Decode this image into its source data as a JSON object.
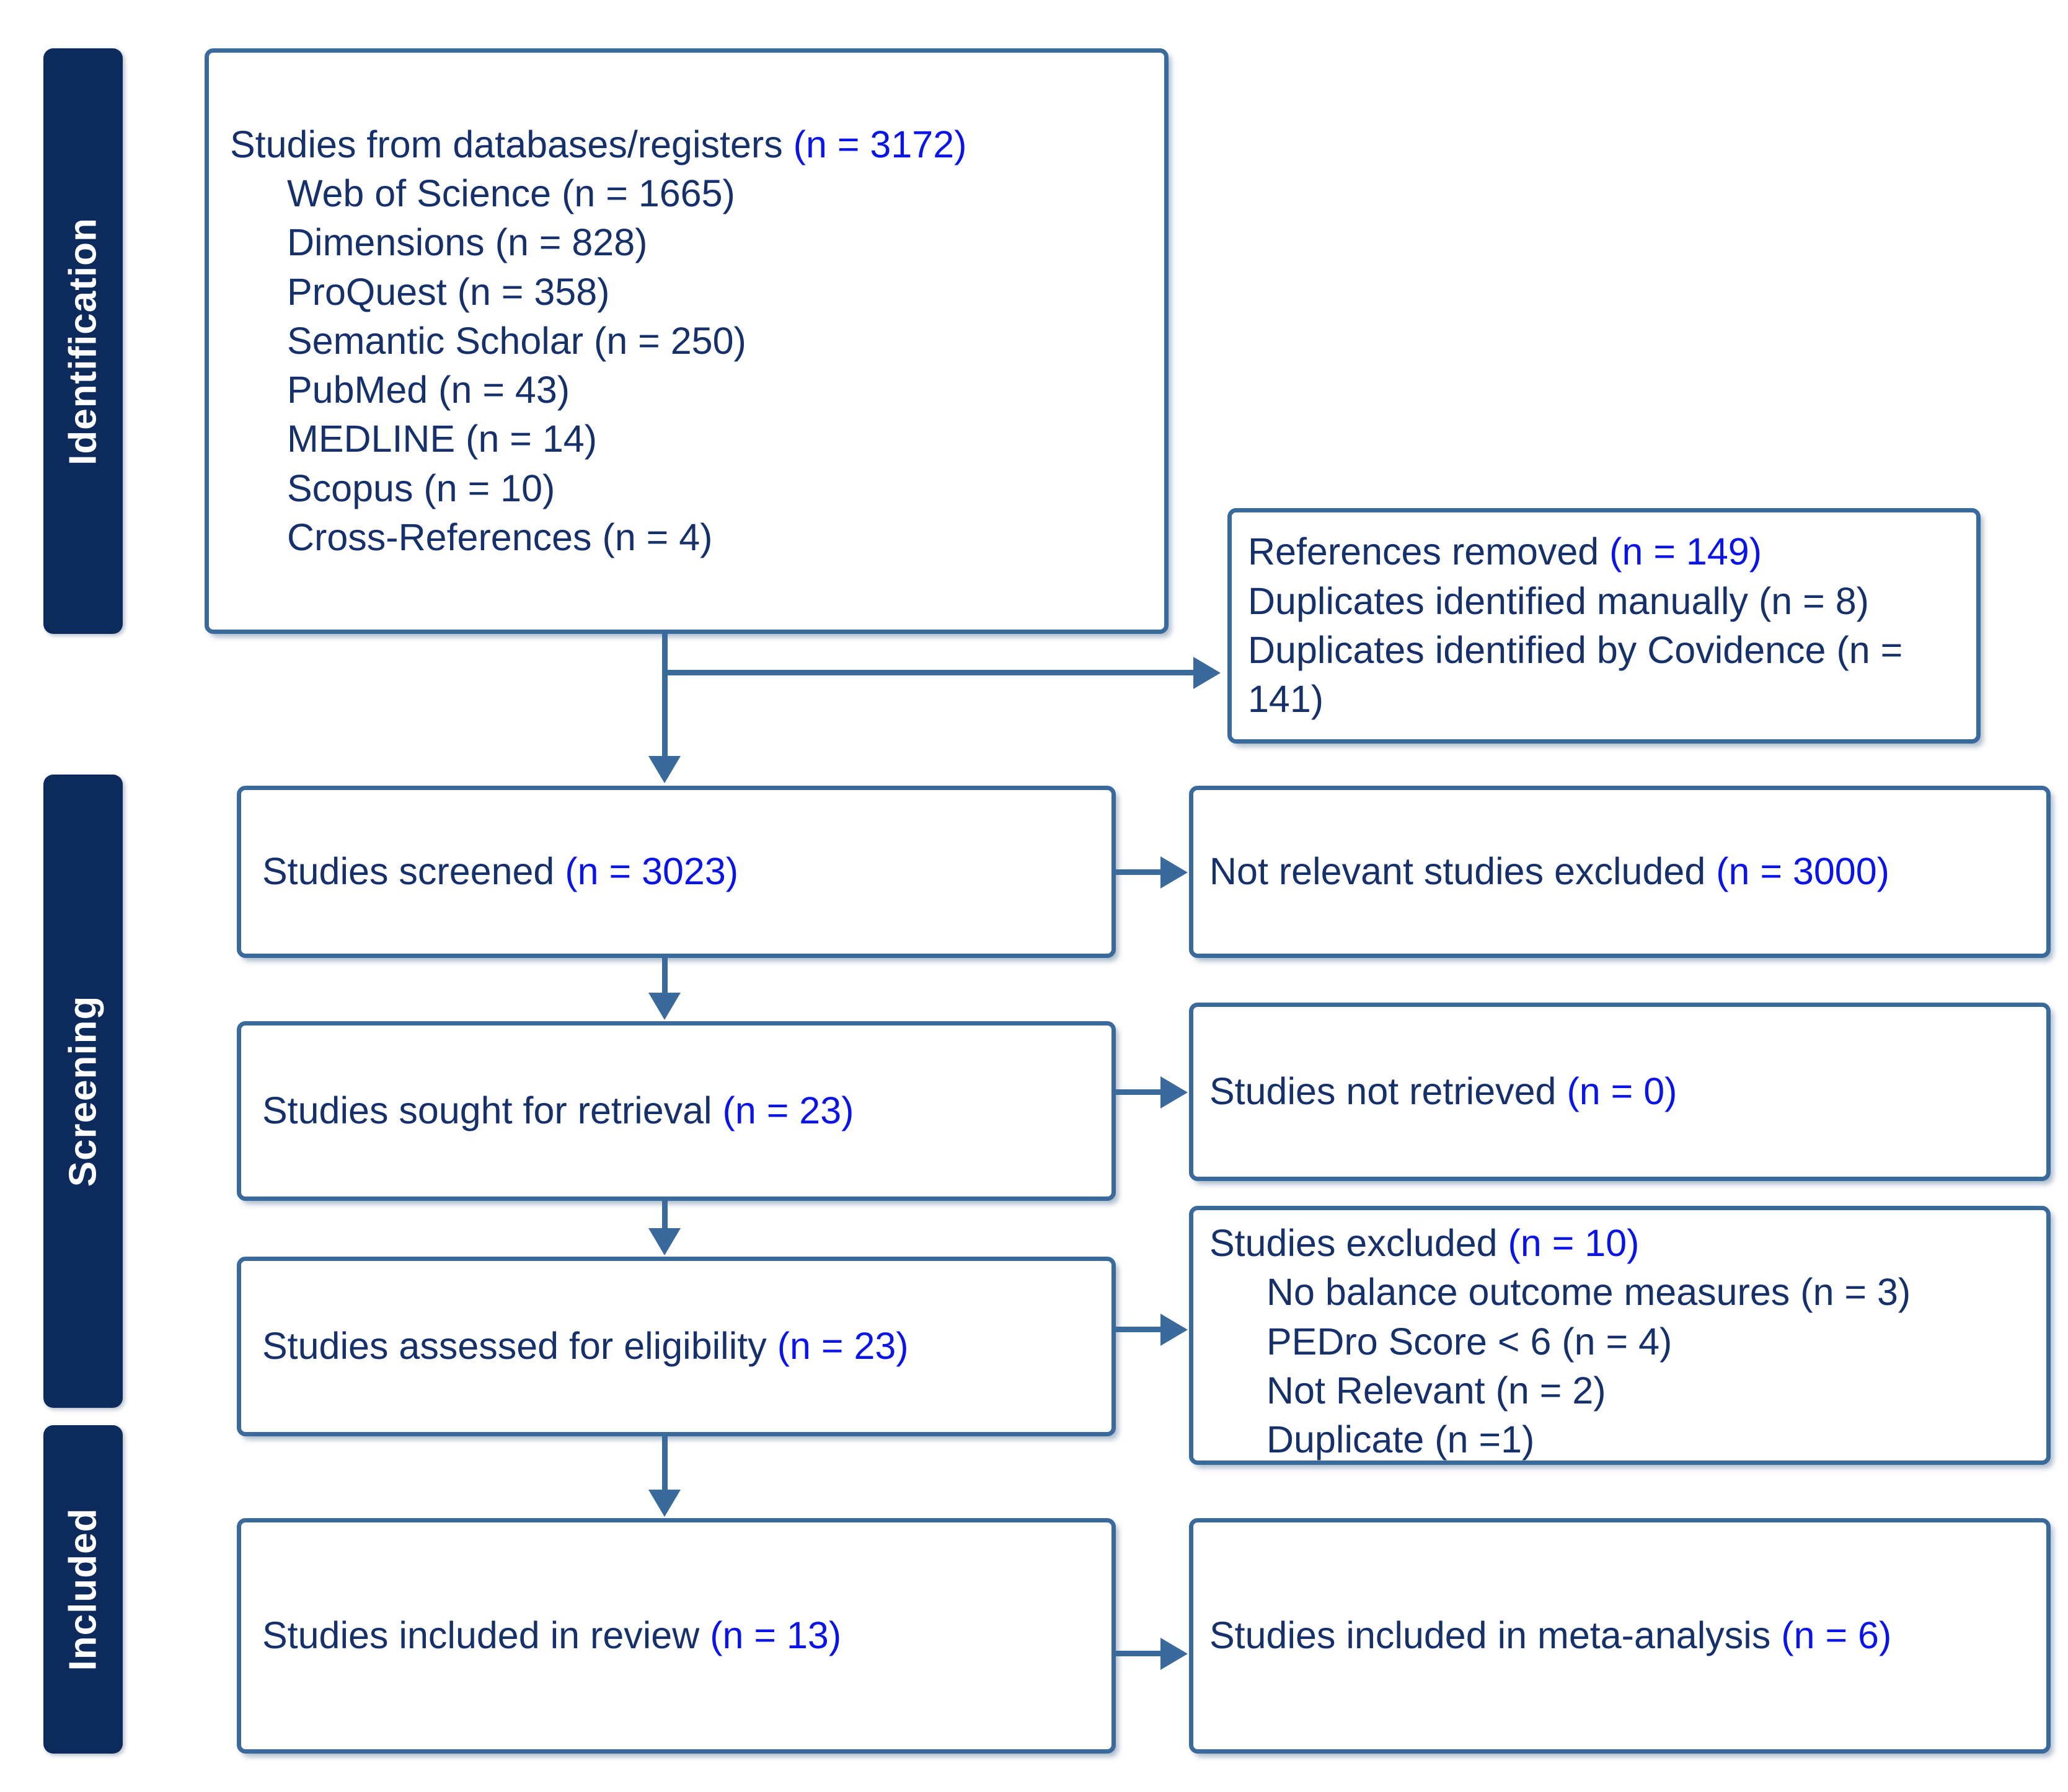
{
  "diagram": {
    "title": "PRISMA 2020 flow diagram",
    "colors": {
      "phase_bar": "#0D2A5C",
      "box_border": "#3A6A9B",
      "body_text": "#16306B",
      "count_text": "#0B14E8",
      "background": "#FFFFFF"
    }
  },
  "phases": [
    {
      "id": "identification",
      "label": "Identification"
    },
    {
      "id": "screening",
      "label": "Screening"
    },
    {
      "id": "included",
      "label": "Included"
    }
  ],
  "boxes": {
    "identification": {
      "header": {
        "text": "Studies from databases/registers ",
        "count": "(n = 3172)"
      },
      "sources": [
        {
          "text": "Web of Science ",
          "count": "(n = 1665)"
        },
        {
          "text": "Dimensions ",
          "count": "(n = 828)"
        },
        {
          "text": "ProQuest ",
          "count": "(n = 358)"
        },
        {
          "text": "Semantic Scholar ",
          "count": "(n = 250)"
        },
        {
          "text": "PubMed ",
          "count": "(n = 43)"
        },
        {
          "text": "MEDLINE ",
          "count": "(n = 14)"
        },
        {
          "text": "Scopus ",
          "count": "(n = 10)"
        },
        {
          "text": "Cross-References ",
          "count": "(n = 4)"
        }
      ]
    },
    "references_removed": {
      "header": {
        "text": "References removed ",
        "count": "(n = 149)"
      },
      "reasons": [
        {
          "text": "Duplicates identified manually ",
          "count": "(n = 8)"
        },
        {
          "text": "Duplicates identified by Covidence ",
          "count": "(n = 141)"
        }
      ]
    },
    "screened": {
      "text": "Studies screened ",
      "count": "(n = 3023)"
    },
    "not_relevant_excluded": {
      "text": "Not relevant studies excluded ",
      "count": "(n = 3000)"
    },
    "sought_for_retrieval": {
      "text": "Studies sought for retrieval ",
      "count": "(n = 23)"
    },
    "not_retrieved": {
      "text": "Studies not retrieved ",
      "count": "(n = 0)"
    },
    "assessed_for_eligibility": {
      "text": "Studies assessed for eligibility ",
      "count": "(n = 23)"
    },
    "studies_excluded": {
      "header": {
        "text": "Studies excluded ",
        "count": "(n = 10)"
      },
      "reasons": [
        {
          "text": "No balance outcome measures ",
          "count": "(n = 3)"
        },
        {
          "text": "PEDro Score < 6 ",
          "count": "(n = 4)"
        },
        {
          "text": "Not Relevant ",
          "count": "(n = 2)"
        },
        {
          "text": "Duplicate ",
          "count": "(n =1)"
        }
      ]
    },
    "included_in_review": {
      "text": "Studies included in review ",
      "count": "(n = 13)"
    },
    "included_in_meta_analysis": {
      "text": "Studies included in meta-analysis ",
      "count": "(n = 6)"
    }
  }
}
